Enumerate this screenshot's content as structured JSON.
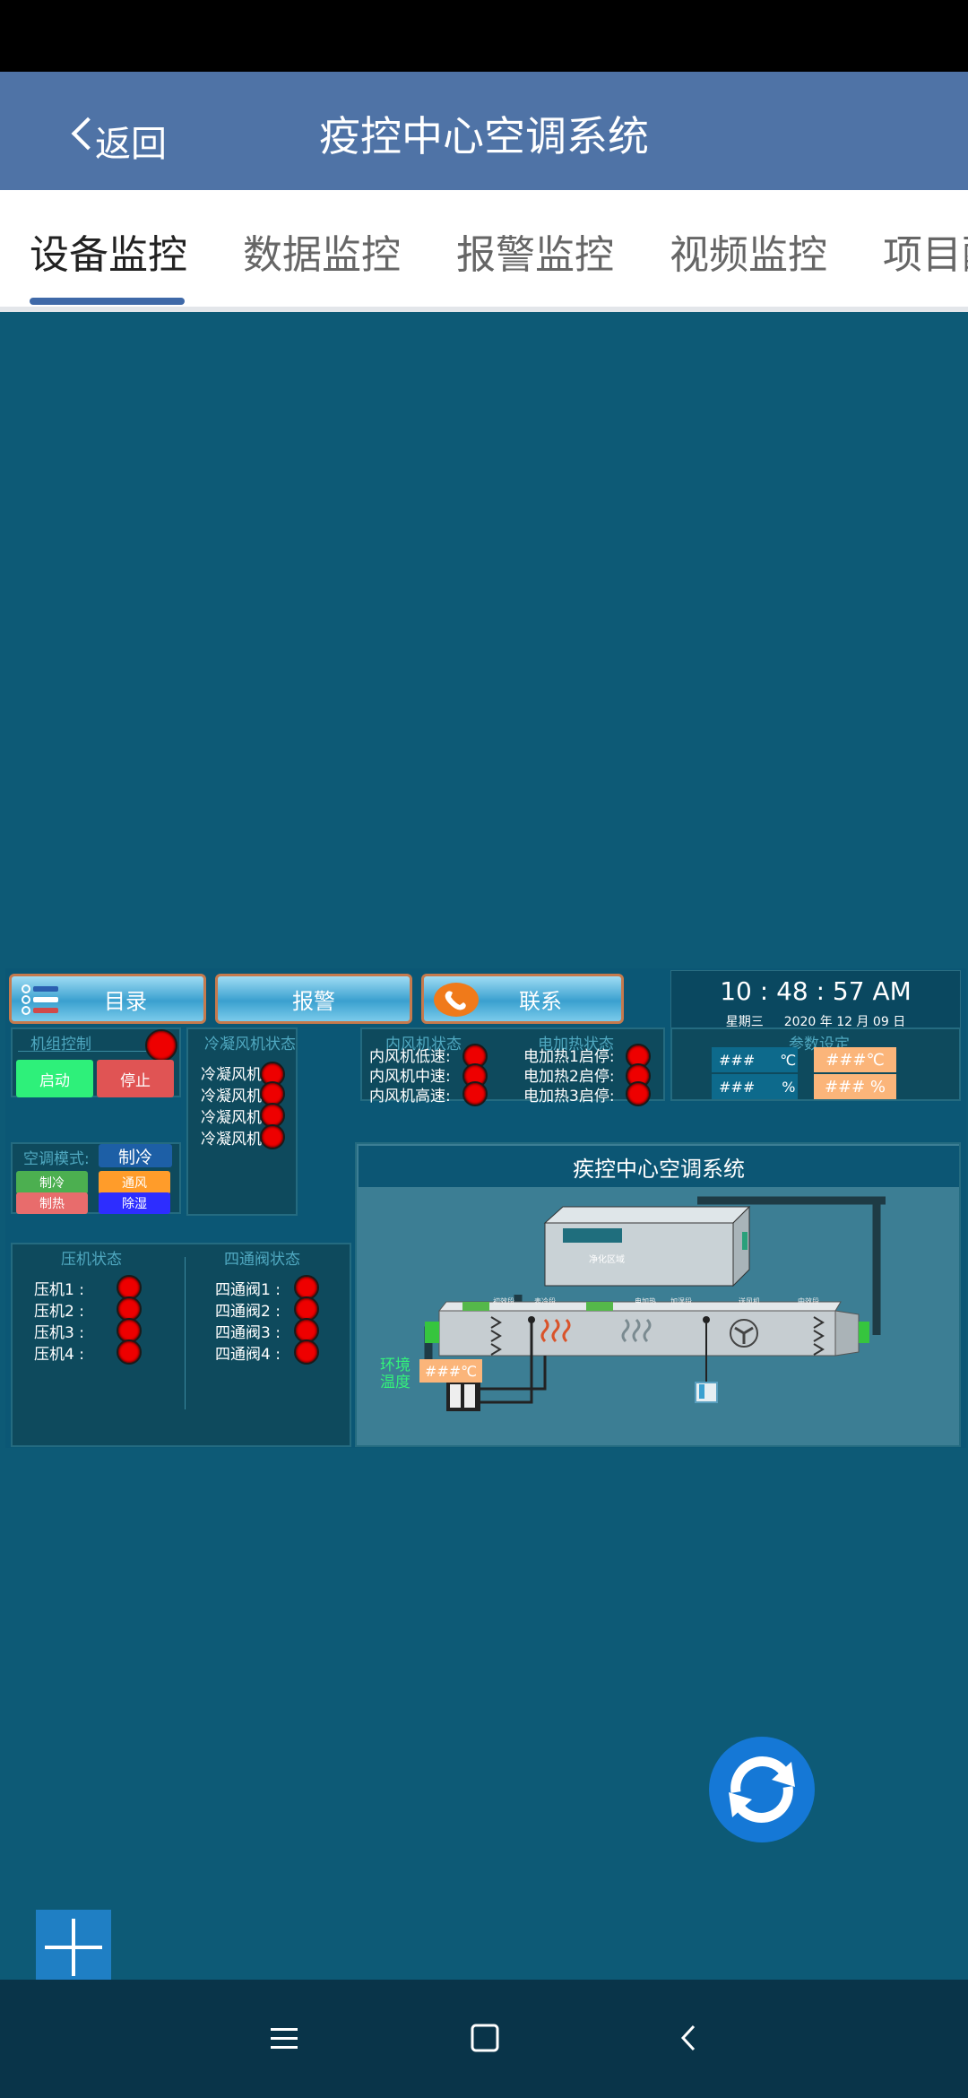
{
  "header": {
    "back_label": "返回",
    "title": "疫控中心空调系统"
  },
  "tabs": [
    "设备监控",
    "数据监控",
    "报警监控",
    "视频监控",
    "项目配"
  ],
  "hmi": {
    "nav": {
      "menu": "目录",
      "alarm": "报警",
      "contact": "联系"
    },
    "clock": {
      "time": "10 : 48 : 57  AM",
      "weekday": "星期三",
      "date": "2020 年 12 月 09 日"
    },
    "unit_control": {
      "title": "机组控制",
      "start": "启动",
      "stop": "停止"
    },
    "ac_mode": {
      "label": "空调模式:",
      "current": "制冷",
      "cool": "制冷",
      "vent": "通风",
      "heat": "制热",
      "dehum": "除湿"
    },
    "condenser_fans": {
      "title": "冷凝风机状态",
      "items": [
        "冷凝风机1 :",
        "冷凝风机2 :",
        "冷凝风机3 :",
        "冷凝风机4 :"
      ]
    },
    "inner_fan": {
      "title": "内风机状态",
      "items": [
        "内风机低速:",
        "内风机中速:",
        "内风机高速:"
      ]
    },
    "heater": {
      "title": "电加热状态",
      "items": [
        "电加热1启停:",
        "电加热2启停:",
        "电加热3启停:"
      ]
    },
    "params": {
      "title": "参数设定",
      "temp_value": "###",
      "temp_unit": "℃",
      "temp_set": "###℃",
      "hum_value": "###",
      "hum_unit": "%",
      "hum_set": "### %"
    },
    "compressor": {
      "title": "压机状态",
      "items": [
        "压机1 :",
        "压机2 :",
        "压机3 :",
        "压机4 :"
      ]
    },
    "four_way": {
      "title": "四通阀状态",
      "items": [
        "四通阀1 :",
        "四通阀2 :",
        "四通阀3 :",
        "四通阀4 :"
      ]
    },
    "diagram": {
      "title": "疾控中心空调系统",
      "clean_zone": "净化区域",
      "sections": [
        "初效段",
        "表冷段",
        "电加热",
        "加湿段",
        "送风机",
        "中效段"
      ],
      "env_label": "环境",
      "env_label2": "温度",
      "env_temp": "###℃"
    }
  },
  "colors": {
    "led_red": "#ee0000",
    "start_green": "#2ef07a",
    "stop_red": "#e05454",
    "orange": "#fbb57a",
    "appbar": "#4f73a6",
    "bg": "#0d5a76"
  }
}
